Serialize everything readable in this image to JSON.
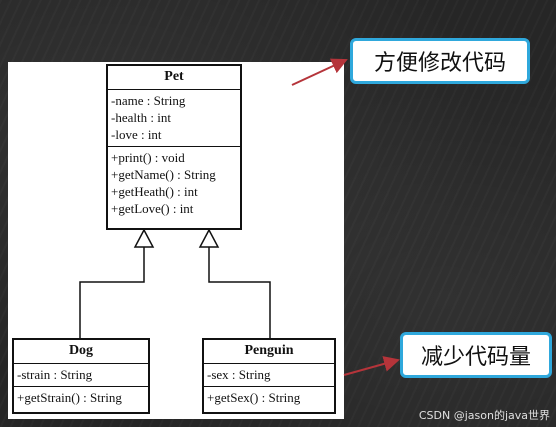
{
  "classes": {
    "pet": {
      "name": "Pet",
      "attributes": [
        "-name : String",
        "-health : int",
        "-love : int"
      ],
      "methods": [
        "+print() : void",
        "+getName() : String",
        "+getHeath() : int",
        "+getLove() : int"
      ]
    },
    "dog": {
      "name": "Dog",
      "attributes": [
        "-strain : String"
      ],
      "methods": [
        "+getStrain() : String"
      ]
    },
    "penguin": {
      "name": "Penguin",
      "attributes": [
        "-sex : String"
      ],
      "methods": [
        "+getSex() : String"
      ]
    }
  },
  "callouts": {
    "top": "方便修改代码",
    "bottom": "减少代码量"
  },
  "colors": {
    "callout_border": "#2fa8dc",
    "arrow": "#b5343a"
  },
  "watermark": "CSDN @jason的java世界"
}
